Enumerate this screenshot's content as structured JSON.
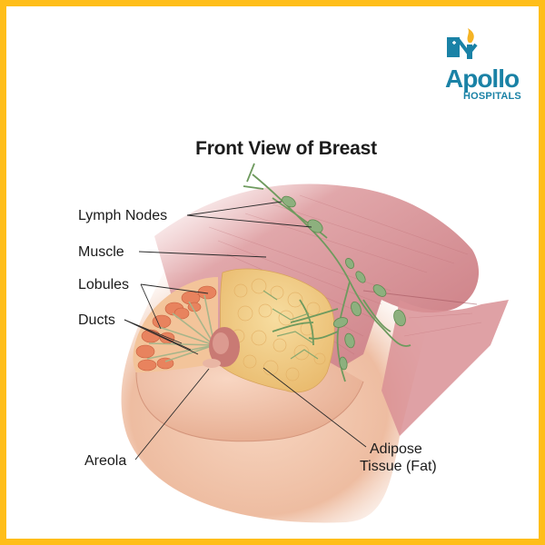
{
  "brand": {
    "name": "Apollo",
    "subtitle": "HOSPITALS",
    "primary_color": "#1A82A6",
    "flame_color": "#F5B324"
  },
  "frame": {
    "border_color": "#FFBE1A"
  },
  "diagram": {
    "title": "Front View of Breast",
    "labels": {
      "lymph_nodes": "Lymph Nodes",
      "muscle": "Muscle",
      "lobules": "Lobules",
      "ducts": "Ducts",
      "areola": "Areola",
      "adipose_line1": "Adipose",
      "adipose_line2": "Tissue (Fat)"
    },
    "colors": {
      "muscle": "#D9969A",
      "skin": "#F2C4A8",
      "adipose": "#F2CE7E",
      "lobules": "#E8835E",
      "lymph": "#8DB07E",
      "areola": "#C97A74"
    }
  }
}
